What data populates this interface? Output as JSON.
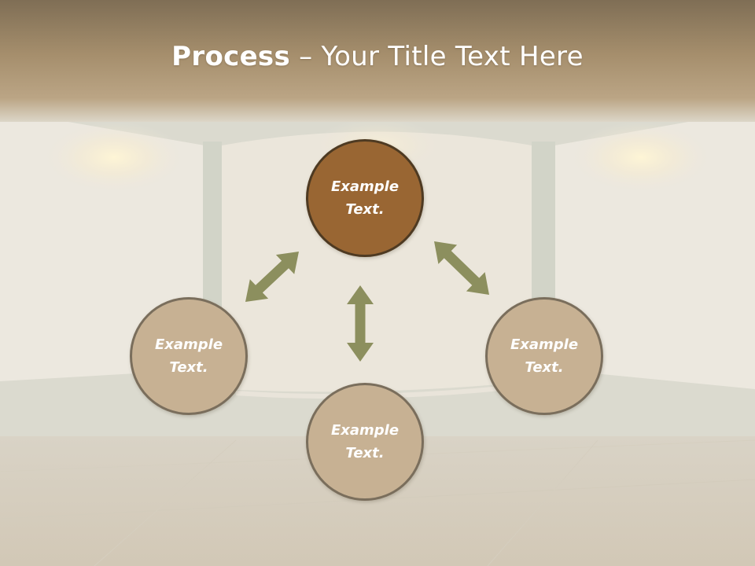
{
  "title": {
    "bold": "Process",
    "rest": " – Your Title Text Here"
  },
  "nodes": {
    "top": {
      "line1": "Example",
      "line2": "Text."
    },
    "left": {
      "line1": "Example",
      "line2": "Text."
    },
    "right": {
      "line1": "Example",
      "line2": "Text."
    },
    "bottom": {
      "line1": "Example",
      "line2": "Text."
    }
  },
  "colors": {
    "main_circle": "#996633",
    "sub_circle": "#c7b193",
    "arrow": "#8c8f5e",
    "header": "#a48b68"
  }
}
